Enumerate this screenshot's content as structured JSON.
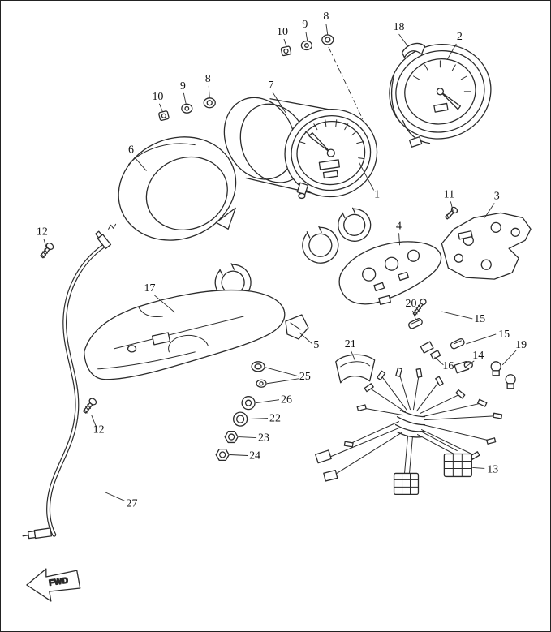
{
  "callouts": [
    "10",
    "9",
    "8",
    "18",
    "2",
    "7",
    "10",
    "9",
    "8",
    "6",
    "1",
    "11",
    "3",
    "12",
    "4",
    "17",
    "20",
    "15",
    "5",
    "21",
    "15",
    "16",
    "14",
    "19",
    "25",
    "26",
    "22",
    "23",
    "24",
    "12",
    "13",
    "27"
  ],
  "fwd_label": "FWD",
  "colors": {
    "line_color": "#2b2b2b",
    "background": "#ffffff"
  }
}
